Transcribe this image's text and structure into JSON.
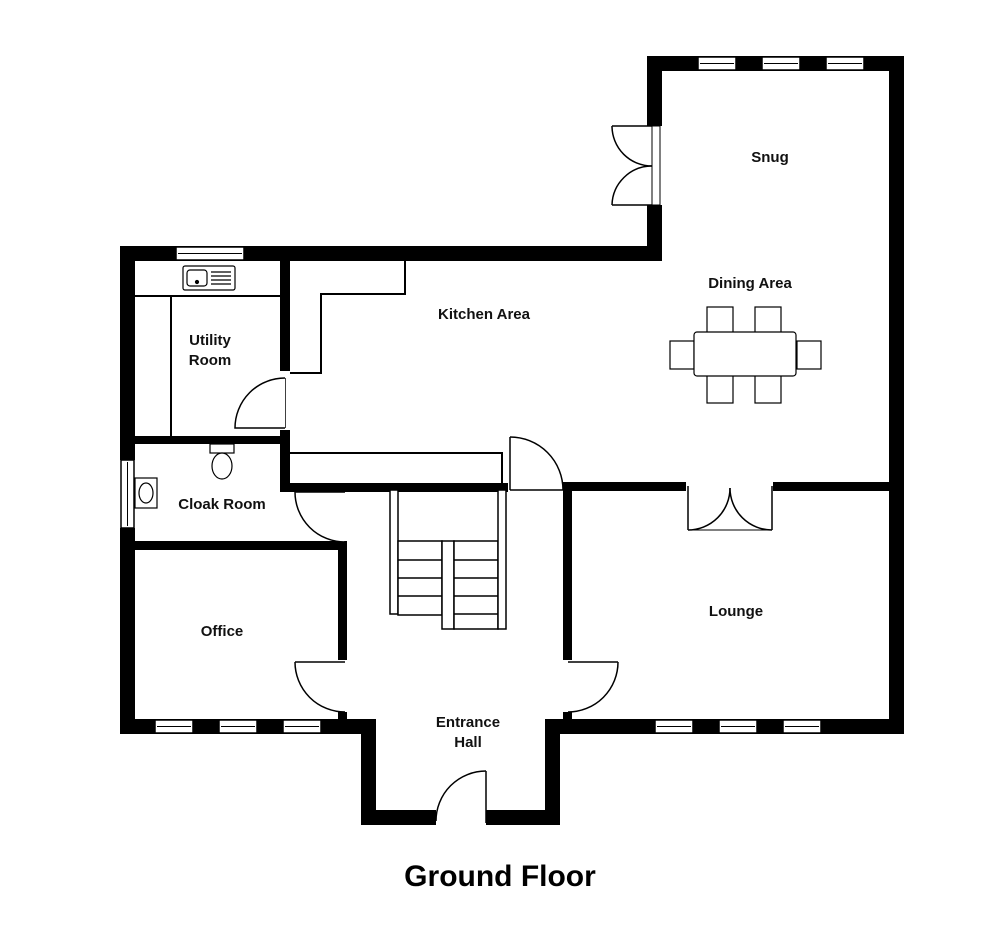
{
  "title": "Ground Floor",
  "rooms": {
    "snug": "Snug",
    "dining": "Dining Area",
    "kitchen": "Kitchen Area",
    "utility_1": "Utility",
    "utility_2": "Room",
    "cloak": "Cloak Room",
    "office": "Office",
    "lounge": "Lounge",
    "entrance_1": "Entrance",
    "entrance_2": "Hall"
  }
}
